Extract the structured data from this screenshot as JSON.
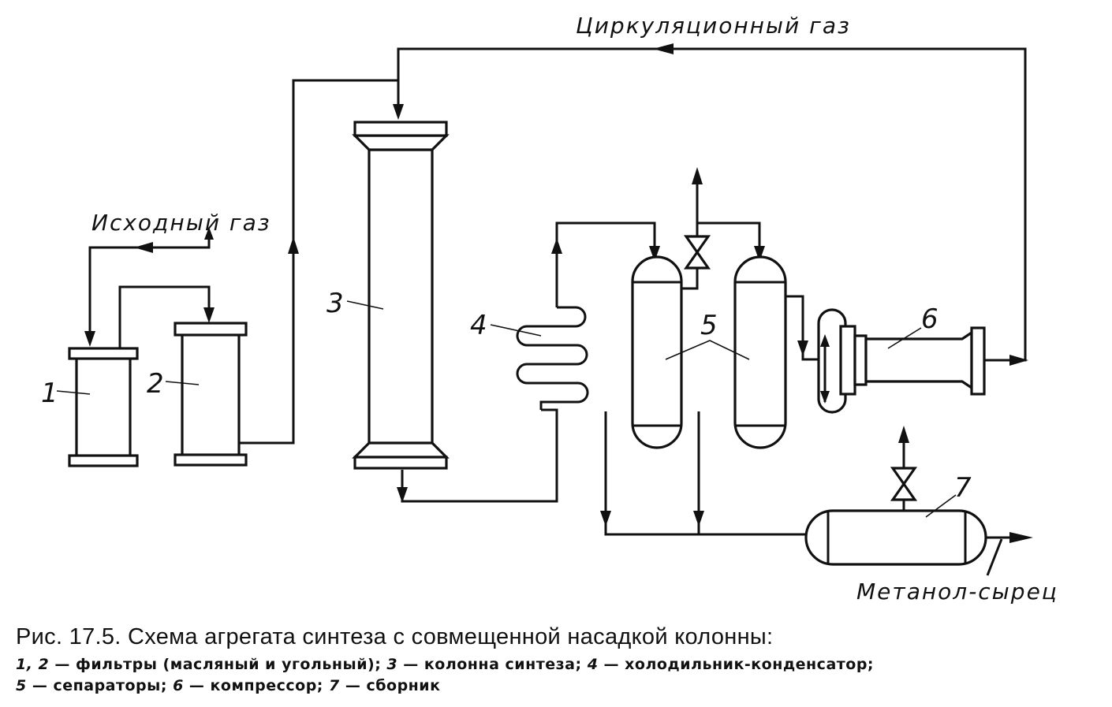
{
  "diagram": {
    "flows": {
      "circulating_gas": "Циркуляционный газ",
      "source_gas": "Исходный газ",
      "crude_methanol": "Метанол-сырец"
    },
    "equipment": [
      {
        "number": "1",
        "name": "фильтр масляный"
      },
      {
        "number": "2",
        "name": "фильтр угольный"
      },
      {
        "number": "3",
        "name": "колонна синтеза"
      },
      {
        "number": "4",
        "name": "холодильник-конденсатор"
      },
      {
        "number": "5",
        "name": "сепараторы"
      },
      {
        "number": "6",
        "name": "компрессор"
      },
      {
        "number": "7",
        "name": "сборник"
      }
    ]
  },
  "caption": {
    "title": "Рис. 17.5. Схема агрегата синтеза с совмещенной насадкой колонны:",
    "legend": [
      {
        "num": "1, 2",
        "sep": " — ",
        "text": "фильтры (масляный и угольный); "
      },
      {
        "num": "3",
        "sep": " — ",
        "text": "колонна синтеза; "
      },
      {
        "num": "4",
        "sep": " — ",
        "text": "холодильник-конденсатор; "
      },
      {
        "num": "5",
        "sep": " — ",
        "text": "сепараторы; "
      },
      {
        "num": "6",
        "sep": " — ",
        "text": "компрессор; "
      },
      {
        "num": "7",
        "sep": " — ",
        "text": "сборник"
      }
    ]
  }
}
